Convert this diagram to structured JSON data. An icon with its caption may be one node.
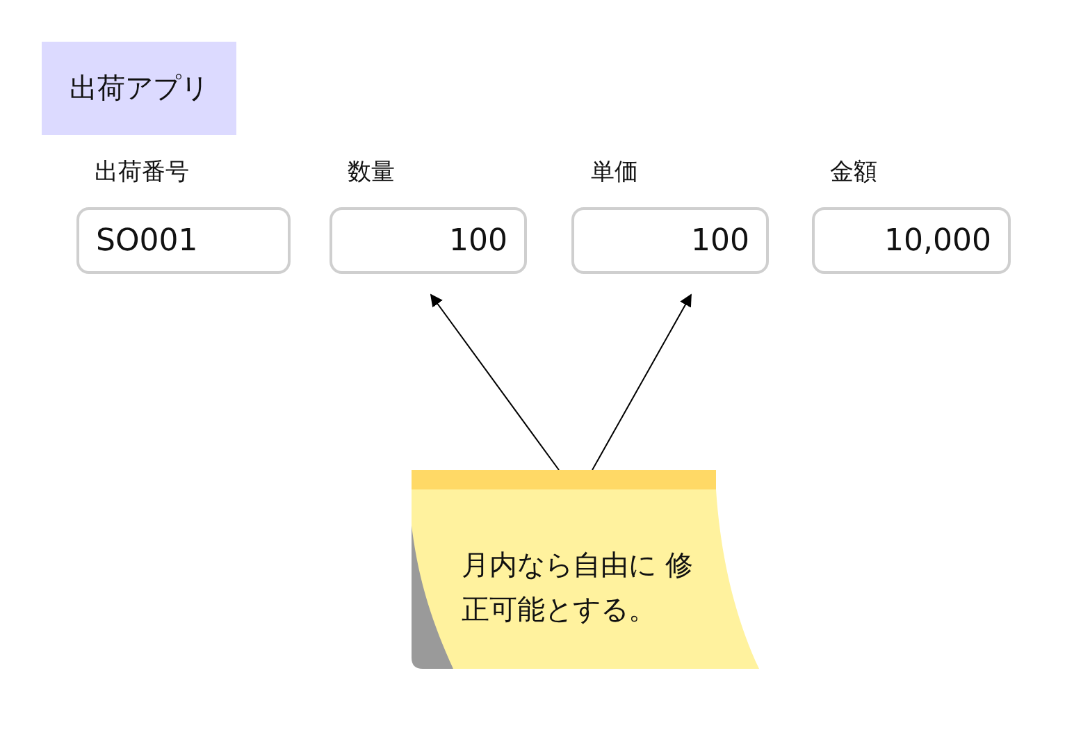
{
  "diagram": {
    "nodes": [
      {
        "text": [
          "出荷アプリ"
        ]
      },
      {
        "text": [
          "出荷番号",
          "SO001"
        ]
      },
      {
        "text": [
          "数量",
          "100"
        ]
      },
      {
        "text": [
          "単価",
          "100"
        ]
      },
      {
        "text": [
          "金額",
          "10,000"
        ]
      },
      {
        "text": [
          "月内なら自由に 修正可能とする。"
        ]
      }
    ],
    "edges": [
      {
        "from": 5,
        "to": 2,
        "arrow": "to"
      },
      {
        "from": 5,
        "to": 3,
        "arrow": "to"
      }
    ]
  }
}
